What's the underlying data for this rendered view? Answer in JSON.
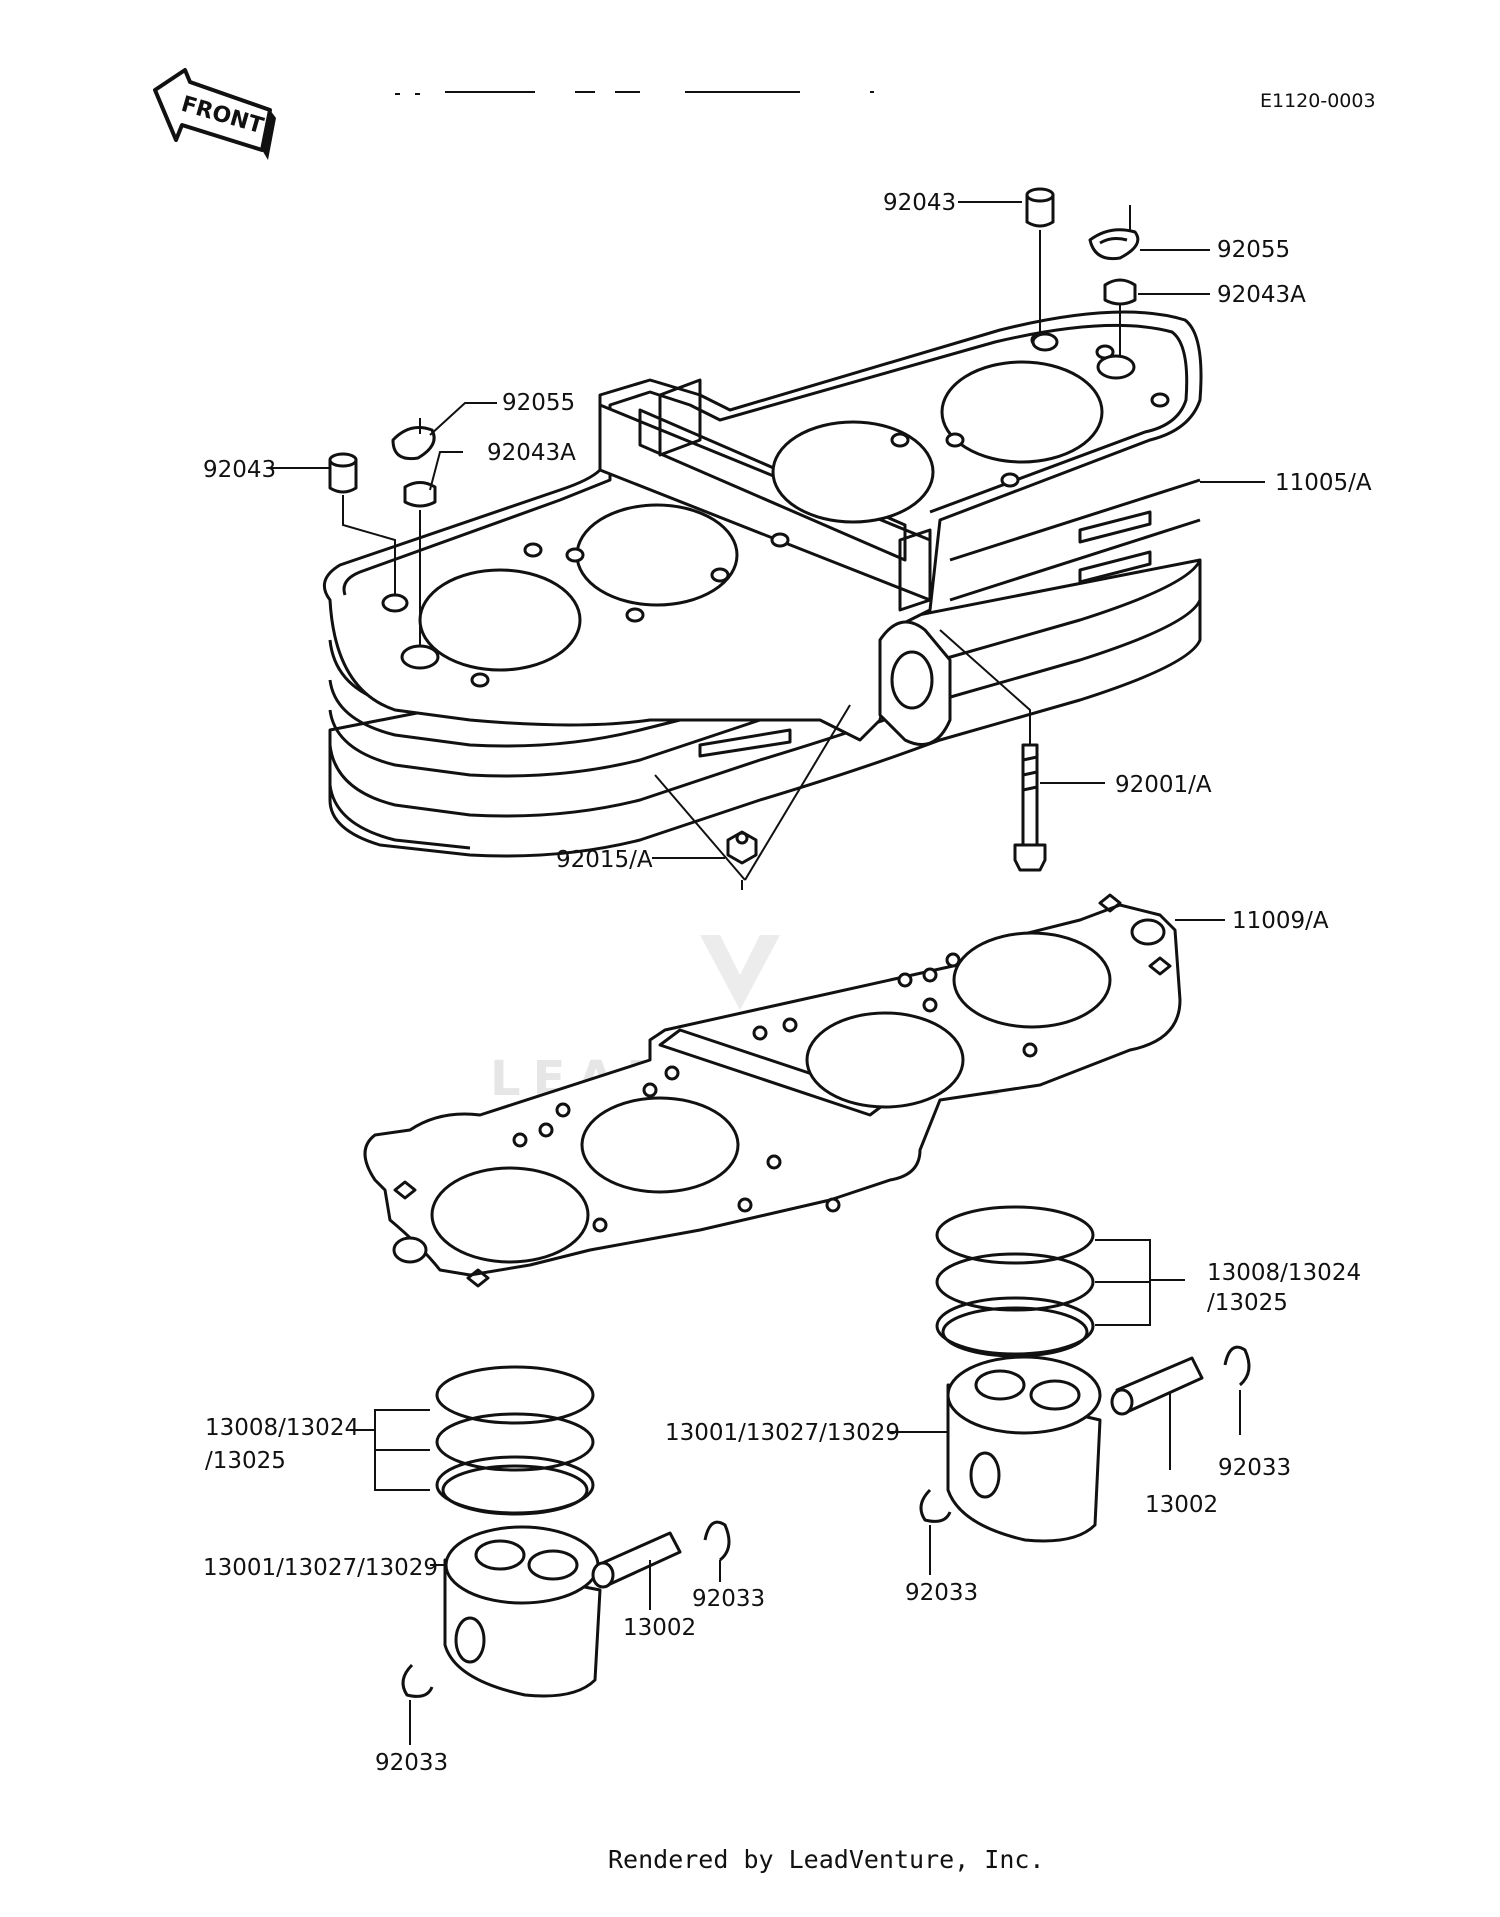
{
  "diagram": {
    "reference_code": "E1120-0003",
    "front_marker": "FRONT",
    "watermark": "LEADVENTURE",
    "footer": "Rendered by LeadVenture, Inc.",
    "parts": [
      {
        "id": "p1",
        "number": "92043"
      },
      {
        "id": "p2",
        "number": "92055"
      },
      {
        "id": "p3",
        "number": "92043A"
      },
      {
        "id": "p4",
        "number": "92055"
      },
      {
        "id": "p5",
        "number": "92043A"
      },
      {
        "id": "p6",
        "number": "92043"
      },
      {
        "id": "p7",
        "number": "11005/A"
      },
      {
        "id": "p8",
        "number": "92001/A"
      },
      {
        "id": "p9",
        "number": "92015/A"
      },
      {
        "id": "p10",
        "number": "11009/A"
      },
      {
        "id": "p11",
        "number": "13008/13024",
        "line2": "/13025"
      },
      {
        "id": "p12",
        "number": "13008/13024",
        "line2": "/13025"
      },
      {
        "id": "p13",
        "number": "13001/13027/13029"
      },
      {
        "id": "p14",
        "number": "13002"
      },
      {
        "id": "p15",
        "number": "92033"
      },
      {
        "id": "p16",
        "number": "92033"
      },
      {
        "id": "p17",
        "number": "13001/13027/13029"
      },
      {
        "id": "p18",
        "number": "13002"
      },
      {
        "id": "p19",
        "number": "92033"
      },
      {
        "id": "p20",
        "number": "92033"
      }
    ]
  }
}
